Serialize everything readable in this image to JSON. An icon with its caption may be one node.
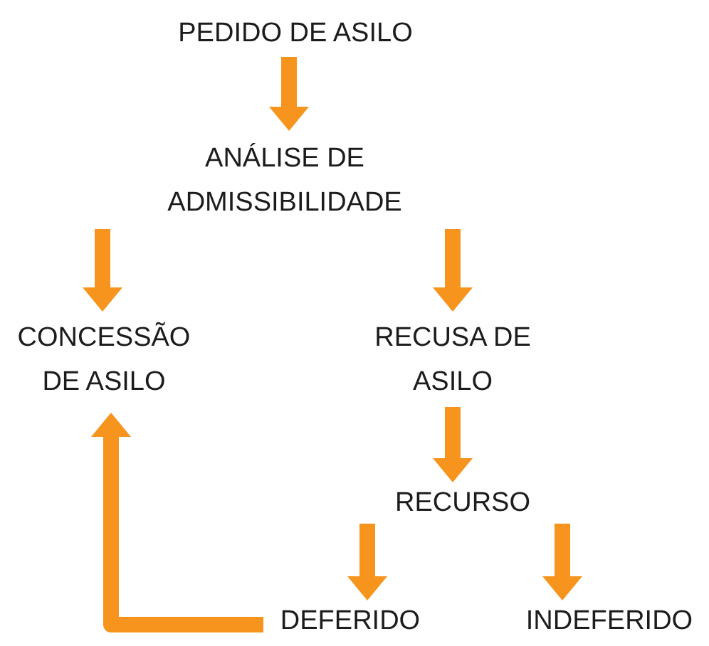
{
  "diagram": {
    "nodes": [
      {
        "text": [
          "PEDIDO DE ASILO"
        ]
      },
      {
        "text": [
          "ANÁLISE DE ADMISSIBILIDADE"
        ]
      },
      {
        "text": [
          "CONCESSÃO DE ASILO"
        ]
      },
      {
        "text": [
          "RECUSA DE ASILO"
        ]
      },
      {
        "text": [
          "RECURSO"
        ]
      },
      {
        "text": [
          "DEFERIDO"
        ]
      },
      {
        "text": [
          "INDEFERIDO"
        ]
      }
    ],
    "edges": [
      {
        "from": 0,
        "to": 1,
        "arrow": "to"
      },
      {
        "from": 1,
        "to": 2,
        "arrow": "to"
      },
      {
        "from": 1,
        "to": 3,
        "arrow": "to"
      },
      {
        "from": 3,
        "to": 4,
        "arrow": "to"
      },
      {
        "from": 4,
        "to": 5,
        "arrow": "to"
      },
      {
        "from": 4,
        "to": 6,
        "arrow": "to"
      },
      {
        "from": 5,
        "to": 2,
        "arrow": "to"
      }
    ]
  }
}
